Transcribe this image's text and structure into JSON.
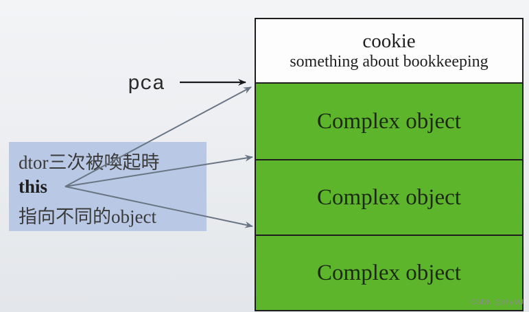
{
  "memory_block": {
    "cookie_title": "cookie",
    "cookie_subtitle": "something about bookkeeping",
    "objects": [
      "Complex object",
      "Complex object",
      "Complex object"
    ]
  },
  "pointer_label": "pca",
  "note": {
    "line1": "dtor三次被喚起時",
    "line2": "this",
    "line3": "指向不同的object"
  },
  "watermark": "CSDN @shyMJ",
  "colors": {
    "object_fill": "#5db52c",
    "note_fill": "#b9c8e4",
    "arrow": "#6a7584",
    "pca_arrow": "#1a1a1a"
  }
}
